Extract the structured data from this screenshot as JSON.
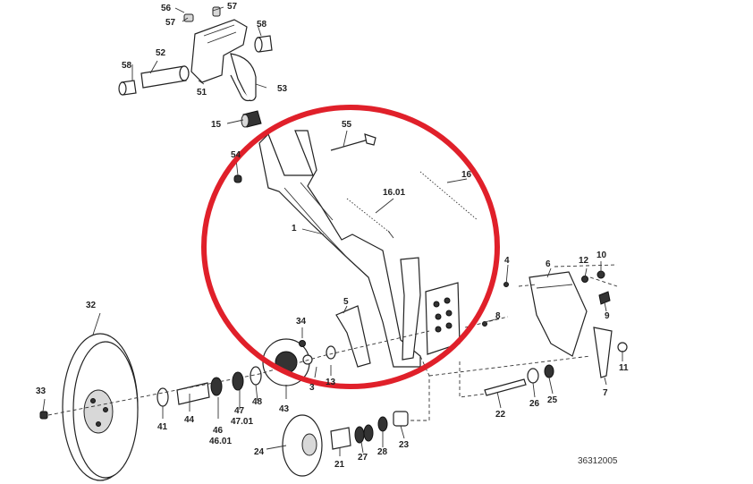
{
  "drawing_ref": "36312005",
  "highlight_color": "#e0202a",
  "callouts": [
    {
      "id": "56",
      "text": "56"
    },
    {
      "id": "57a",
      "text": "57"
    },
    {
      "id": "57b",
      "text": "57"
    },
    {
      "id": "58a",
      "text": "58"
    },
    {
      "id": "58b",
      "text": "58"
    },
    {
      "id": "52",
      "text": "52"
    },
    {
      "id": "51",
      "text": "51"
    },
    {
      "id": "53",
      "text": "53"
    },
    {
      "id": "15",
      "text": "15"
    },
    {
      "id": "55",
      "text": "55"
    },
    {
      "id": "54",
      "text": "54"
    },
    {
      "id": "16",
      "text": "16"
    },
    {
      "id": "1601",
      "text": "16.01"
    },
    {
      "id": "1",
      "text": "1"
    },
    {
      "id": "4",
      "text": "4"
    },
    {
      "id": "6",
      "text": "6"
    },
    {
      "id": "12",
      "text": "12"
    },
    {
      "id": "10",
      "text": "10"
    },
    {
      "id": "9",
      "text": "9"
    },
    {
      "id": "5",
      "text": "5"
    },
    {
      "id": "8",
      "text": "8"
    },
    {
      "id": "32",
      "text": "32"
    },
    {
      "id": "34",
      "text": "34"
    },
    {
      "id": "3",
      "text": "3"
    },
    {
      "id": "13",
      "text": "13"
    },
    {
      "id": "11",
      "text": "11"
    },
    {
      "id": "7",
      "text": "7"
    },
    {
      "id": "33",
      "text": "33"
    },
    {
      "id": "41",
      "text": "41"
    },
    {
      "id": "44",
      "text": "44"
    },
    {
      "id": "46",
      "text": "46"
    },
    {
      "id": "4601",
      "text": "46.01"
    },
    {
      "id": "47",
      "text": "47"
    },
    {
      "id": "4701",
      "text": "47.01"
    },
    {
      "id": "48",
      "text": "48"
    },
    {
      "id": "43",
      "text": "43"
    },
    {
      "id": "22",
      "text": "22"
    },
    {
      "id": "26",
      "text": "26"
    },
    {
      "id": "25",
      "text": "25"
    },
    {
      "id": "24",
      "text": "24"
    },
    {
      "id": "21",
      "text": "21"
    },
    {
      "id": "27",
      "text": "27"
    },
    {
      "id": "28",
      "text": "28"
    },
    {
      "id": "23",
      "text": "23"
    }
  ]
}
